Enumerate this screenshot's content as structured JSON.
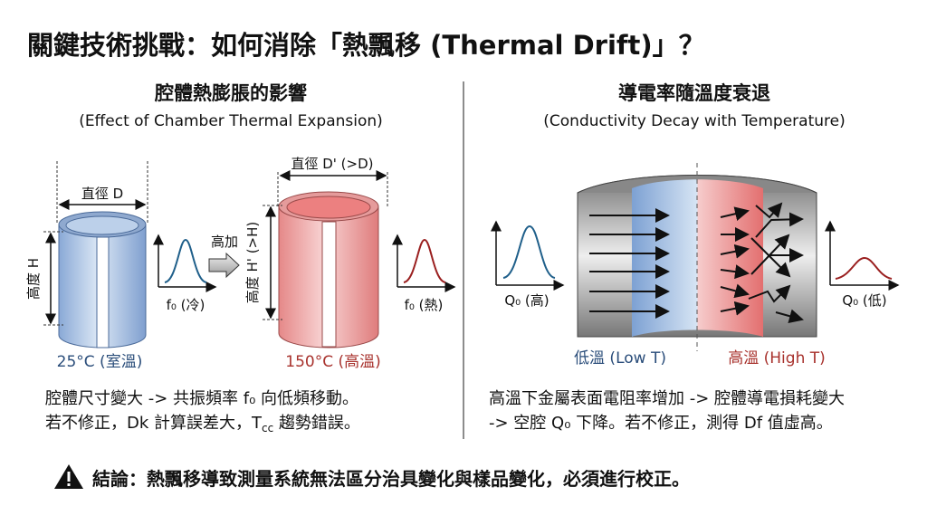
{
  "title": "關鍵技術挑戰：如何消除「熱飄移 (Thermal Drift)」？",
  "colors": {
    "cold": "#2a4d7a",
    "hot": "#a8322d",
    "cold_fill": "#a9c3e6",
    "hot_fill": "#ee9a9a"
  },
  "left": {
    "heading": "腔體熱膨脹的影響",
    "subheading": "(Effect of Chamber Thermal Expansion)",
    "cold_diameter": "直徑 D",
    "cold_height": "高度 H",
    "cold_freq": "f₀ (冷)",
    "heat_label": "高加",
    "hot_diameter": "直徑 D' (>D)",
    "hot_height": "高度 H' (>H)",
    "hot_freq": "f₀ (熱)",
    "cold_temp": "25°C (室溫)",
    "hot_temp": "150°C (高溫)",
    "line1": "腔體尺寸變大 -> 共振頻率 f₀ 向低頻移動。",
    "line2_a": "若不修正，Dk 計算誤差大，T",
    "line2_sub": "cc",
    "line2_b": " 趨勢錯誤。"
  },
  "right": {
    "heading": "導電率隨溫度衰退",
    "subheading": "(Conductivity Decay with Temperature)",
    "q_high": "Q₀ (高)",
    "q_low": "Q₀ (低)",
    "low_t": "低溫 (Low T)",
    "high_t": "高溫 (High T)",
    "line1": "高溫下金屬表面電阻率增加 -> 腔體導電損耗變大",
    "line2": "-> 空腔 Q₀ 下降。若不修正，測得 Df 值虛高。"
  },
  "conclusion": "結論：熱飄移導致測量系統無法區分治具變化與樣品變化，必須進行校正。"
}
